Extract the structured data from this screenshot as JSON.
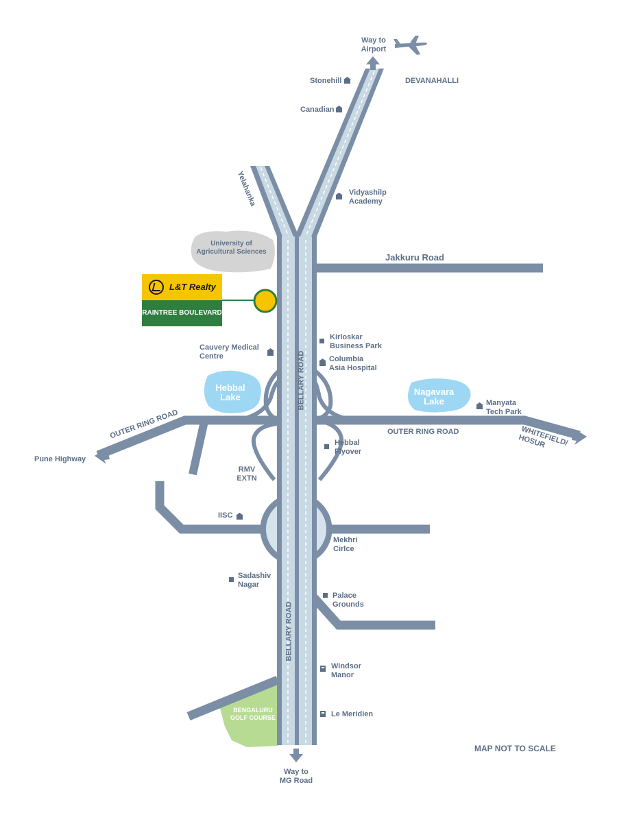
{
  "labels": {
    "way_to_airport": "Way to\nAirport",
    "stonehill": "Stonehill",
    "devanahalli": "DEVANAHALLI",
    "canadian": "Canadian",
    "yelahanka": "Yelahanka",
    "vidyashilp": "Vidyashilp\nAcademy",
    "university": "University of\nAgricultural Sciences",
    "jakkuru_road": "Jakkuru Road",
    "kirloskar": "Kirloskar\nBusiness Park",
    "cauvery": "Cauvery Medical\nCentre",
    "columbia": "Columbia\nAsia Hospital",
    "hebbal_lake": "Hebbal\nLake",
    "nagavara_lake": "Nagavara\nLake",
    "manyata": "Manyata\nTech Park",
    "outer_ring_road_left": "OUTER RING ROAD",
    "outer_ring_road_right": "OUTER RING ROAD",
    "whitefield": "WHITEFIELD/\nHOSUR",
    "pune_highway": "Pune Highway",
    "hebbal_flyover": "Hebbal\nFlyover",
    "rmv_extn": "RMV\nEXTN",
    "iisc": "IISC",
    "mekhri": "Mekhri\nCirlce",
    "sadashiv": "Sadashiv\nNagar",
    "palace": "Palace\nGrounds",
    "bellary_road_top": "BELLARY ROAD",
    "bellary_road_bottom": "BELLARY ROAD",
    "windsor": "Windsor\nManor",
    "golf": "BENGALURU\nGOLF COURSE",
    "le_meridien": "Le Meridien",
    "way_to_mg": "Way to\nMG Road",
    "not_to_scale": "MAP NOT TO SCALE"
  },
  "brand": {
    "company": "L&T Realty",
    "project": "RAINTREE BOULEVARD"
  },
  "icons": [
    "airplane-icon",
    "school-icon",
    "hospital-icon",
    "building-icon",
    "hotel-icon",
    "arrow-icon"
  ],
  "colors": {
    "road": "#7b8ea6",
    "highway_fill": "#c8d9e4",
    "lake": "#9ed7f3",
    "university_blob": "#d4d4d4",
    "golf_course": "#b7db93",
    "brand_yellow": "#f7c400",
    "brand_green": "#2f7d3f",
    "label": "#5d6f86"
  }
}
